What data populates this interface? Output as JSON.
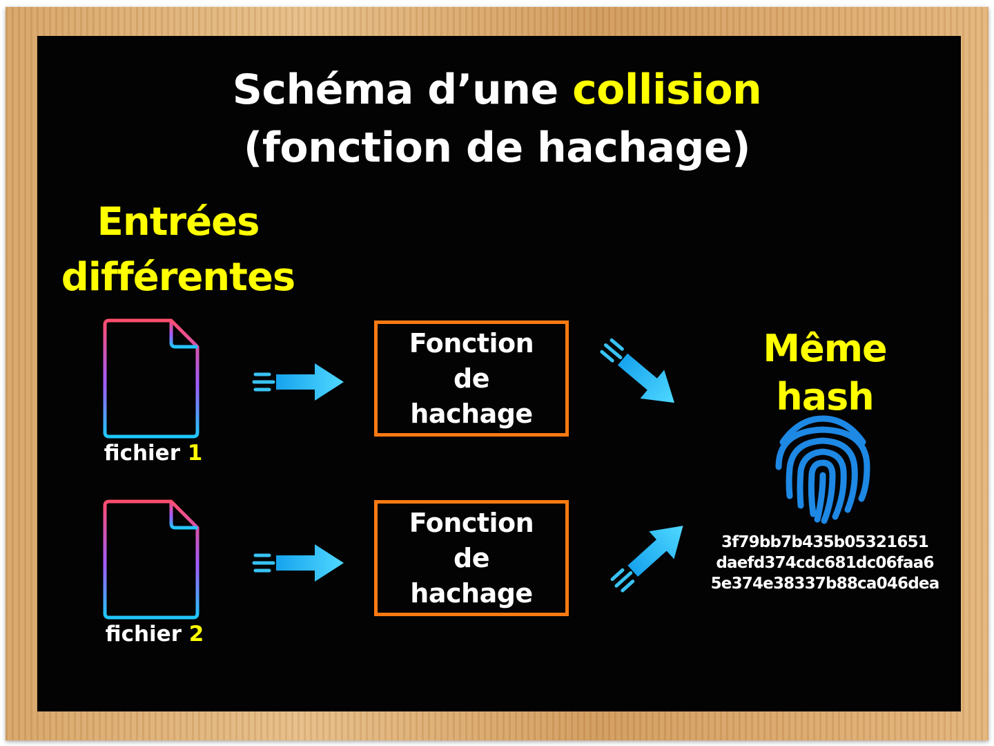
{
  "title": {
    "line1_prefix": "Schéma d’une",
    "line1_highlight": "collision",
    "line2": "(fonction de hachage)"
  },
  "inputs_label": "Entrées différentes",
  "files": [
    {
      "label_prefix": "fichier",
      "label_number": "1",
      "icon": "document-icon"
    },
    {
      "label_prefix": "fichier",
      "label_number": "2",
      "icon": "document-icon"
    }
  ],
  "hash_function_label": "Fonction\nde\nhachage",
  "output_label": "Même hash",
  "output_icon": "fingerprint-icon",
  "hash_value_lines": [
    "3f79bb7b435b05321651",
    "daefd374cdc681dc06faa6",
    "5e374e38337b88ca046dea"
  ],
  "colors": {
    "board": "#030303",
    "frame": "#d9a86b",
    "highlight": "#ffff00",
    "box_border": "#ff7a12",
    "arrow": "#22b8f0",
    "fingerprint": "#1e88e5"
  }
}
